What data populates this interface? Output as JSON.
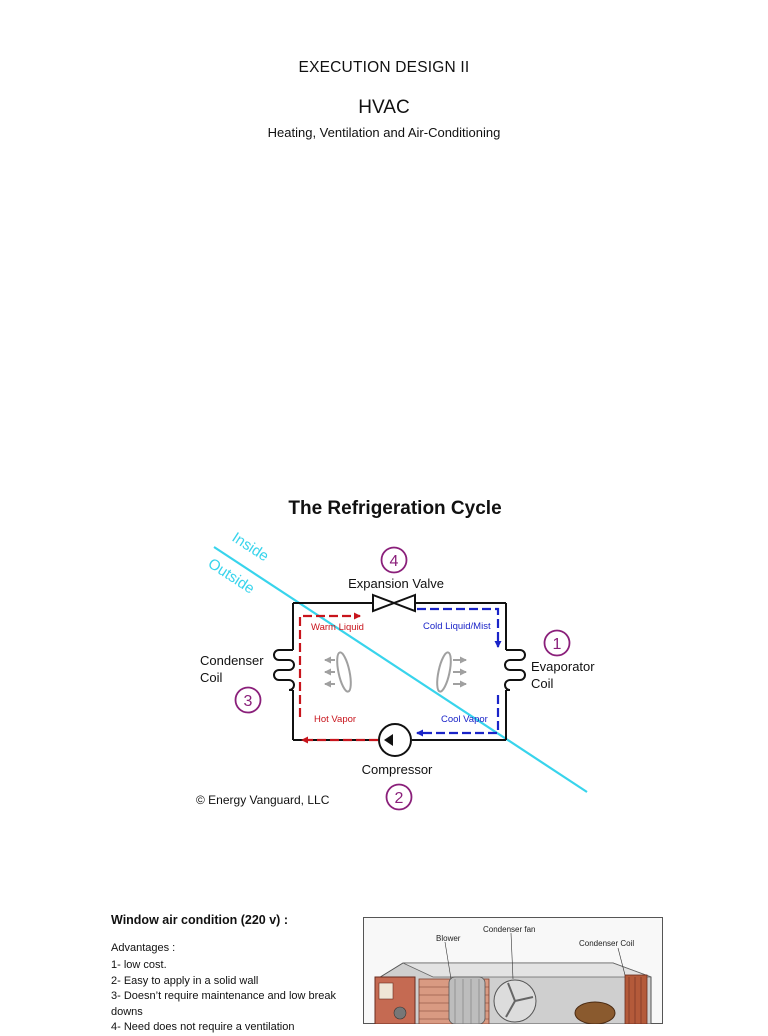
{
  "document": {
    "title": "EXECUTION DESIGN II",
    "subject": "HVAC",
    "subtitle": "Heating, Ventilation and Air-Conditioning"
  },
  "diagram": {
    "title": "The Refrigeration Cycle",
    "labels": {
      "inside": "Inside",
      "outside": "Outside",
      "expansion_valve": "Expansion Valve",
      "warm_liquid": "Warm Liquid",
      "cold_liquid_mist": "Cold Liquid/Mist",
      "condenser_coil_line1": "Condenser",
      "condenser_coil_line2": "Coil",
      "evaporator_coil_line1": "Evaporator",
      "evaporator_coil_line2": "Coil",
      "hot_vapor": "Hot Vapor",
      "cool_vapor": "Cool Vapor",
      "compressor": "Compressor",
      "copyright": "© Energy Vanguard, LLC"
    },
    "steps": {
      "evaporator": "1",
      "compressor": "2",
      "condenser": "3",
      "expansion": "4"
    },
    "colors": {
      "hot": "#c8141c",
      "cold": "#1a24c8",
      "boundary": "#38d4ec",
      "step_circle": "#8a1f7a",
      "fan": "#a0a0a0"
    }
  },
  "section": {
    "heading": "Window  air condition (220 v) :",
    "advantages_label": "Advantages :",
    "advantages": [
      "1- low cost.",
      "2- Easy to apply in a solid wall",
      "3- Doesn’t require maintenance and low break downs",
      "4- Need does not require a ventilation"
    ]
  },
  "illustration": {
    "labels": {
      "condenser_fan": "Condenser fan",
      "blower": "Blower",
      "condenser_coil": "Condenser Coil"
    }
  }
}
